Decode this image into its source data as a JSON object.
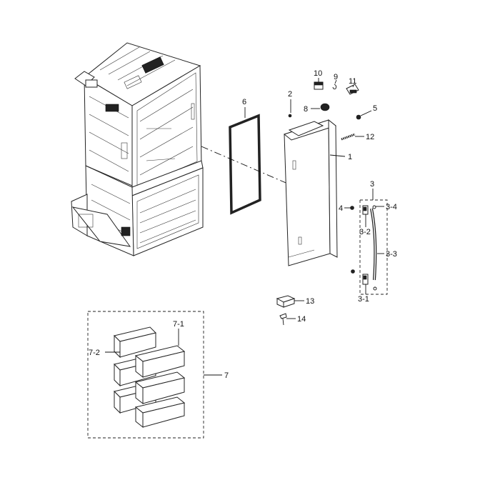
{
  "labels": {
    "l1": "1",
    "l2": "2",
    "l3": "3",
    "l3_1": "3-1",
    "l3_2": "3-2",
    "l3_3": "3-3",
    "l3_4": "3-4",
    "l4": "4",
    "l5": "5",
    "l6": "6",
    "l7": "7",
    "l7_1": "7-1",
    "l7_2": "7-2",
    "l8": "8",
    "l9": "9",
    "l10": "10",
    "l11": "11",
    "l12": "12",
    "l13": "13",
    "l14": "14"
  }
}
